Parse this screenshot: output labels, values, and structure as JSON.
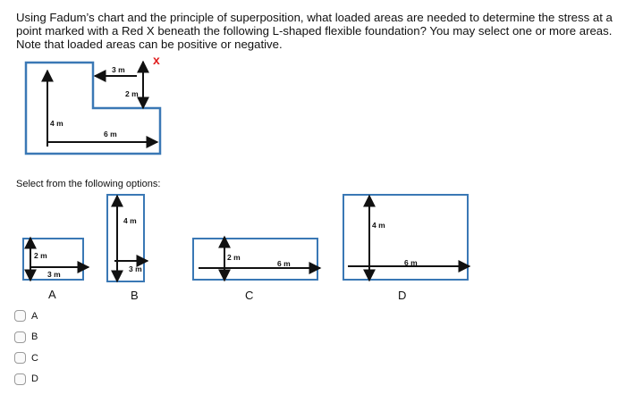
{
  "question": {
    "text": "Using Fadum’s chart and the principle of superposition, what loaded areas are needed to determine the stress at a point marked with a Red X beneath the following L-shaped flexible foundation? You may select one or more areas. Note that loaded areas can be positive or negative."
  },
  "main_figure": {
    "marker": "x",
    "marker_color": "#e01e1e",
    "dims": {
      "top_width": "3 m",
      "step_height": "2 m",
      "height": "4 m",
      "width": "6 m"
    }
  },
  "select_prompt": "Select from the following options:",
  "figures": [
    {
      "letter": "A",
      "dim_height": "2 m",
      "dim_width": "3 m"
    },
    {
      "letter": "B",
      "dim_height": "4 m",
      "dim_width": "3 m"
    },
    {
      "letter": "C",
      "dim_height": "2 m",
      "dim_width": "6 m"
    },
    {
      "letter": "D",
      "dim_height": "4 m",
      "dim_width": "6 m"
    }
  ],
  "options": [
    {
      "label": "A"
    },
    {
      "label": "B"
    },
    {
      "label": "C"
    },
    {
      "label": "D"
    }
  ],
  "colors": {
    "outline": "#3a78b5",
    "arrow": "#111111"
  }
}
